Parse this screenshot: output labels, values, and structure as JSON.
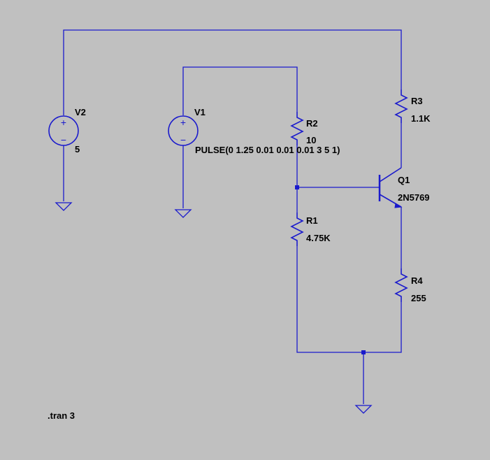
{
  "schematic": {
    "components": {
      "V2": {
        "name": "V2",
        "value": "5"
      },
      "V1": {
        "name": "V1",
        "value": "PULSE(0 1.25 0.01 0.01 0.01 3 5 1)"
      },
      "R2": {
        "name": "R2",
        "value": "10"
      },
      "R1": {
        "name": "R1",
        "value": "4.75K"
      },
      "R3": {
        "name": "R3",
        "value": "1.1K"
      },
      "R4": {
        "name": "R4",
        "value": "255"
      },
      "Q1": {
        "name": "Q1",
        "value": "2N5769"
      }
    },
    "directive": ".tran 3",
    "symbols": {
      "plus": "+",
      "minus": "−"
    },
    "colors": {
      "background": "#c0c0c0",
      "wire": "#1a1acc",
      "junction": "#1a1acc",
      "label": "#000000"
    }
  }
}
